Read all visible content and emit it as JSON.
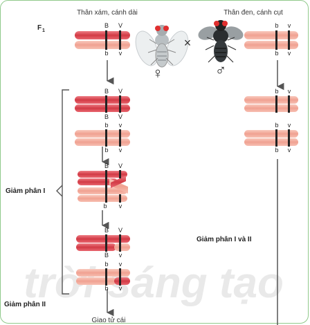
{
  "female_label": "Thân xám, cánh dài",
  "male_label": "Thân đen, cánh cụt",
  "generation_label": "F",
  "generation_sub": "1",
  "cross_symbol": "×",
  "female_symbol": "♀",
  "male_symbol": "♂",
  "meiosis_1_label": "Giảm phân I",
  "meiosis_2_label": "Giảm phân II",
  "male_meiosis_label": "Giảm phân I và II",
  "female_gamete_label": "Giao tử cái",
  "watermark": "trời sáng tạo",
  "allele_B": "B",
  "allele_V": "V",
  "allele_b": "b",
  "allele_v": "v",
  "colors": {
    "dark_chromosome": "#d9404a",
    "light_chromosome": "#f2a99a",
    "arrow": "#555555",
    "frame": "#8fc98a"
  },
  "icons": [
    "female-fly-icon",
    "male-fly-icon",
    "down-arrow-icon"
  ]
}
